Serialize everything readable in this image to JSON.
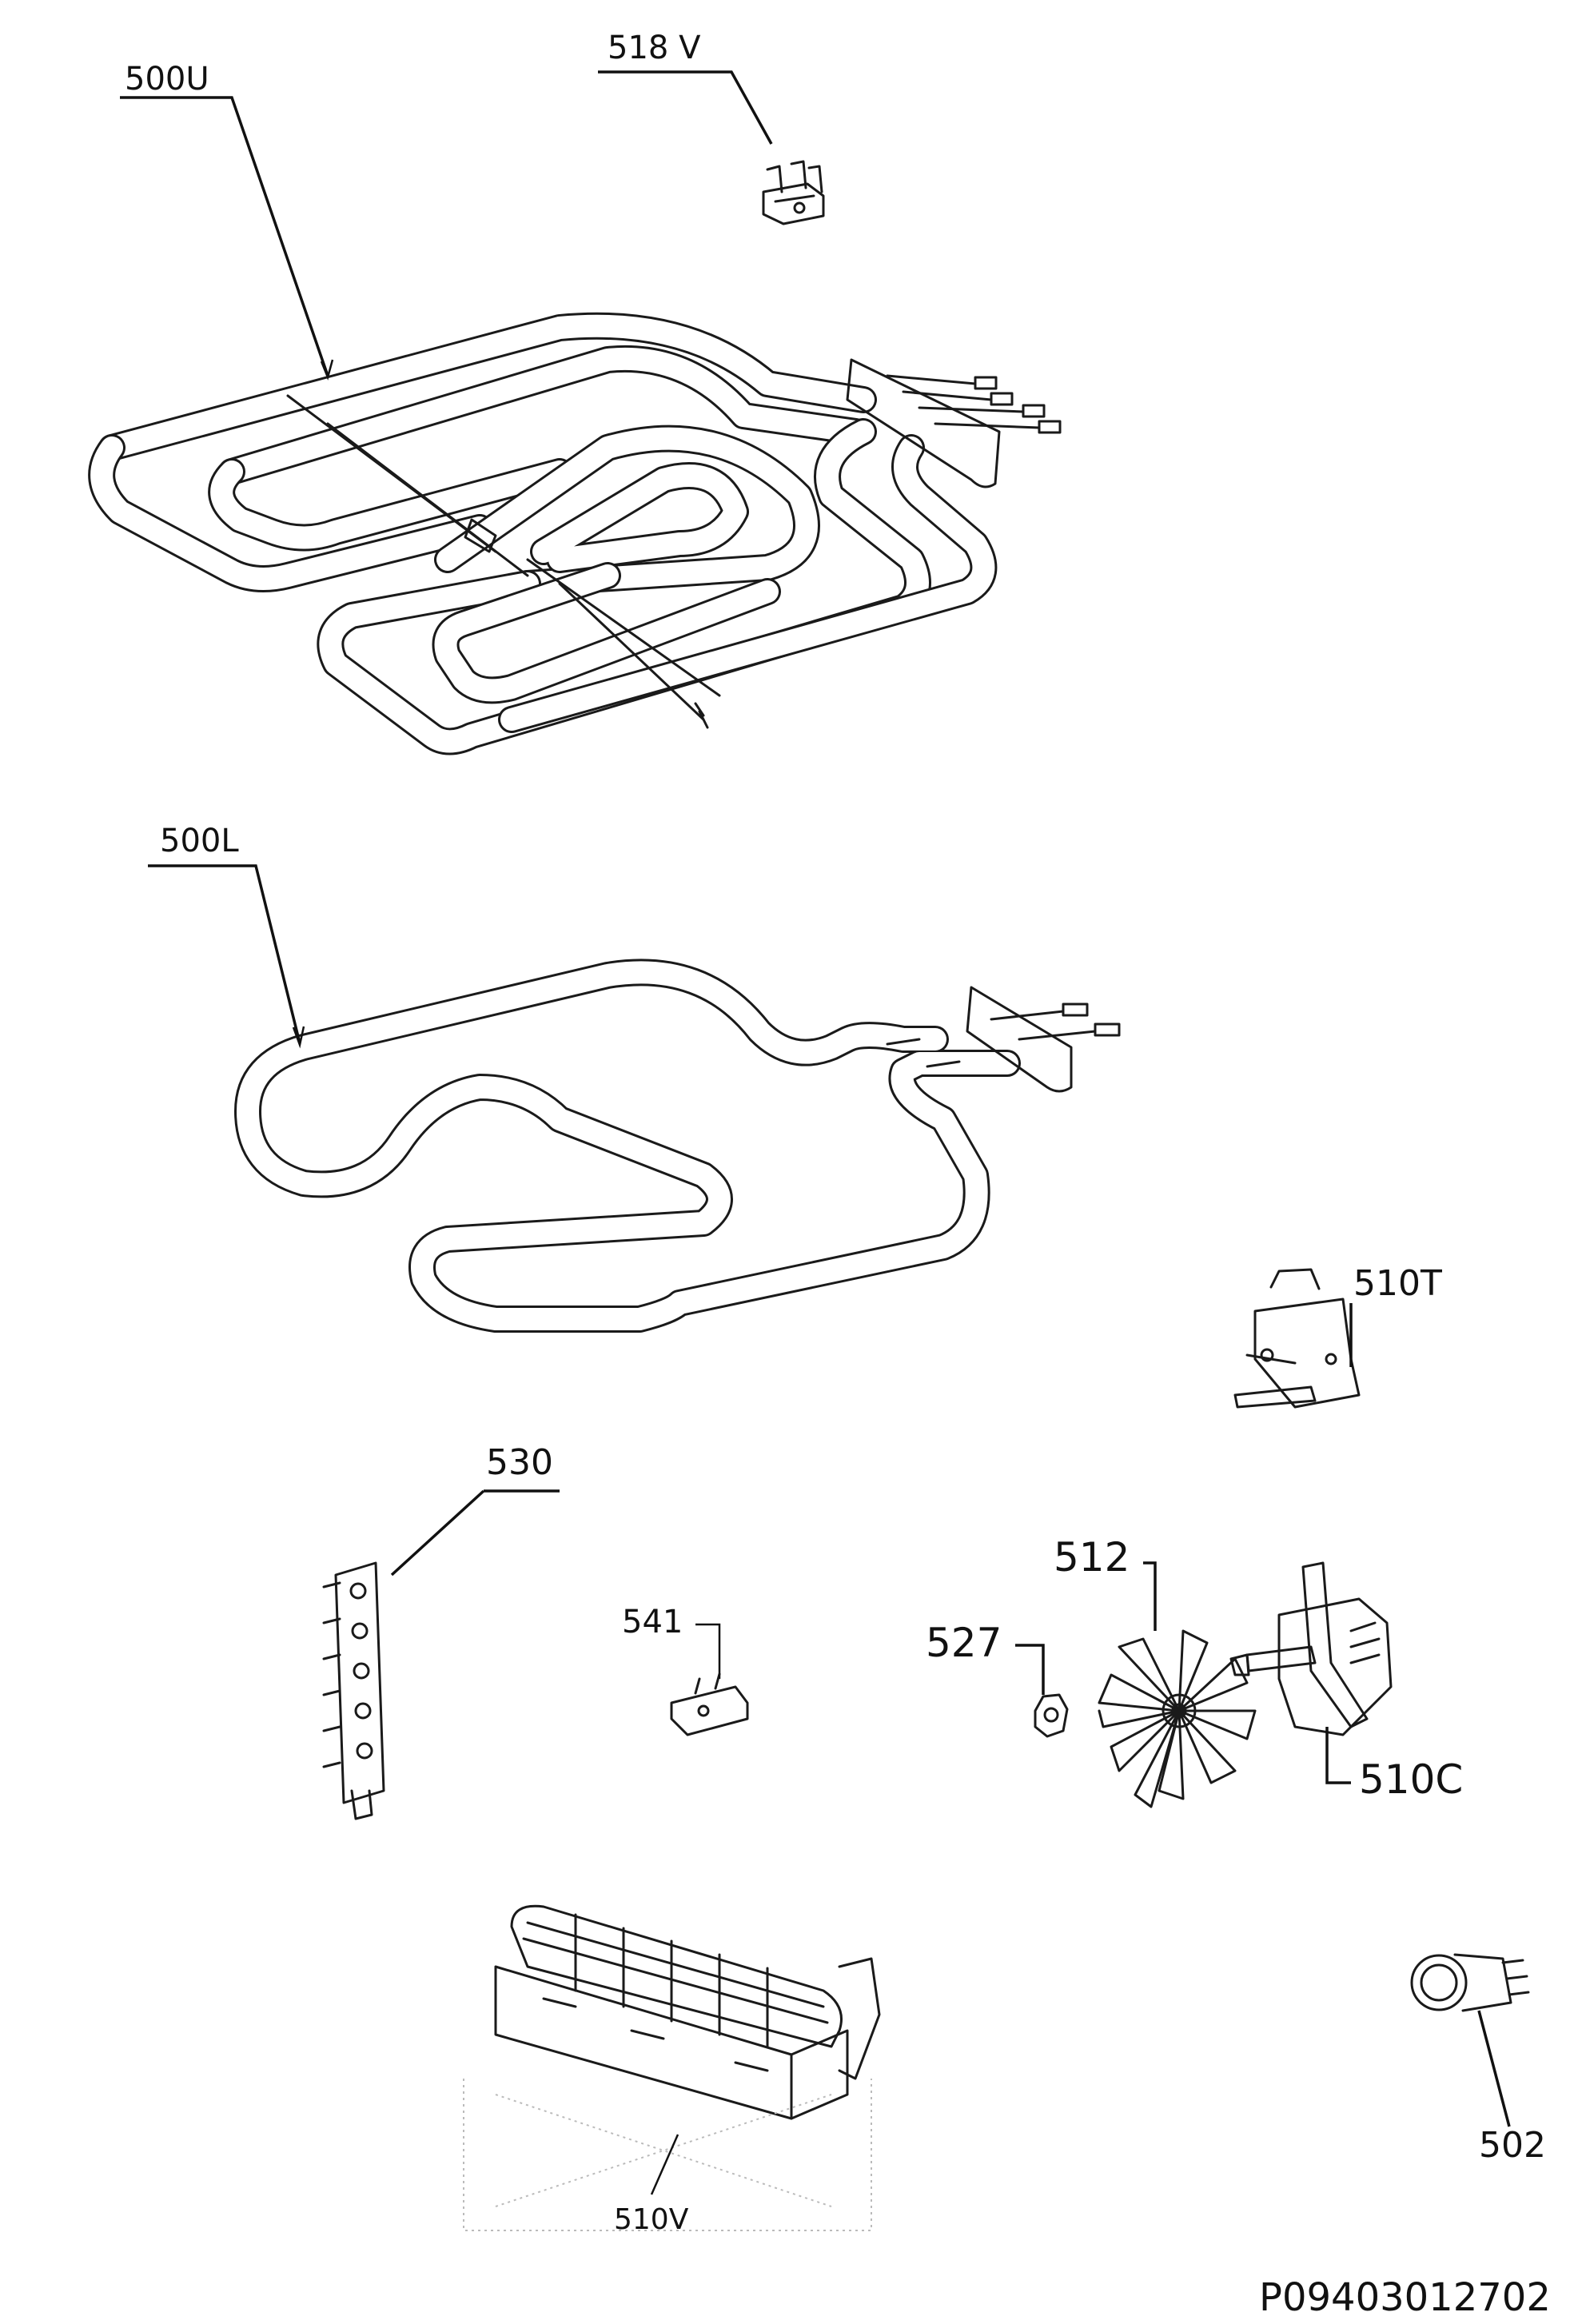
{
  "labels": {
    "p500U": "500U",
    "p518V": "518 V",
    "p500L": "500L",
    "p510T": "510T",
    "p530": "530",
    "p541": "541",
    "p512": "512",
    "p527": "527",
    "p510C": "510C",
    "p510V": "510V",
    "p502": "502"
  },
  "drawing_number": "P09403012702"
}
